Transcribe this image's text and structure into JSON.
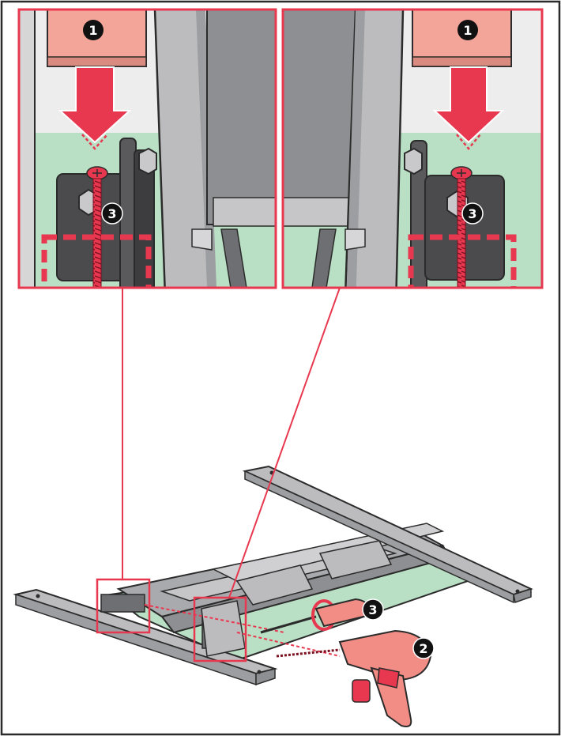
{
  "colors": {
    "frame": "#2b2b2b",
    "accent": "#e8384f",
    "step_block": "#f4a59a",
    "floor_green": "#b9dfc4",
    "wall": "#ededed",
    "bracket": "#4b4b4d",
    "leg": "#bcbcbe",
    "leg_dark": "#8e8f92",
    "beam": "#a9aaad"
  },
  "callouts": {
    "left_panel_block": "1",
    "right_panel_block": "1",
    "left_panel_screw": "3",
    "right_panel_screw": "3",
    "screwdriver": "3",
    "drill": "2"
  },
  "icons": {
    "drill": "power-drill-icon",
    "screwdriver": "screwdriver-icon",
    "screw": "wood-screw-icon",
    "arrow": "down-arrow-icon"
  }
}
